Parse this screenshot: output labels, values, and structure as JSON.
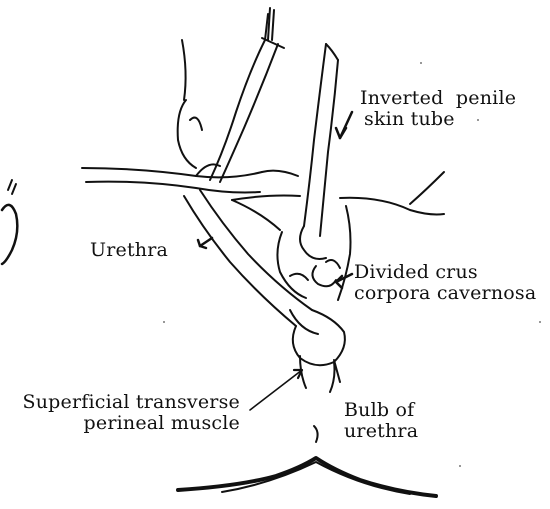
{
  "labels": {
    "penile_skin_tube": {
      "line1": "Inverted  penile",
      "line2": "skin tube"
    },
    "urethra": "Urethra",
    "divided_crus": {
      "line1": "Divided crus",
      "line2": "corpora cavernosa"
    },
    "transverse_muscle": {
      "line1": "Superficial transverse",
      "line2": "perineal muscle"
    },
    "bulb": {
      "line1": "Bulb of",
      "line2": "urethra"
    }
  },
  "colors": {
    "ink": "#111111",
    "paper": "#ffffff"
  }
}
